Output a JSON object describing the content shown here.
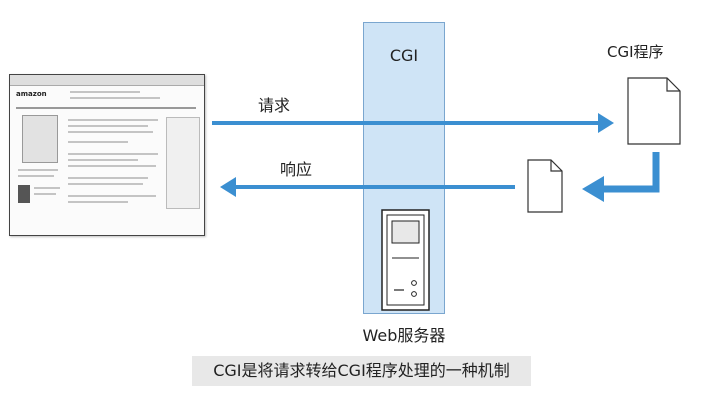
{
  "labels": {
    "cgi": "CGI",
    "cgi_program": "CGI程序",
    "request": "请求",
    "response": "响应",
    "web_server": "Web服务器",
    "browser_brand": "amazon",
    "caption": "CGI是将请求转给CGI程序处理的一种机制"
  },
  "colors": {
    "arrow": "#3b8fd1",
    "cgi_column": "#cfe4f6",
    "caption_bg": "#e8e8e8"
  }
}
